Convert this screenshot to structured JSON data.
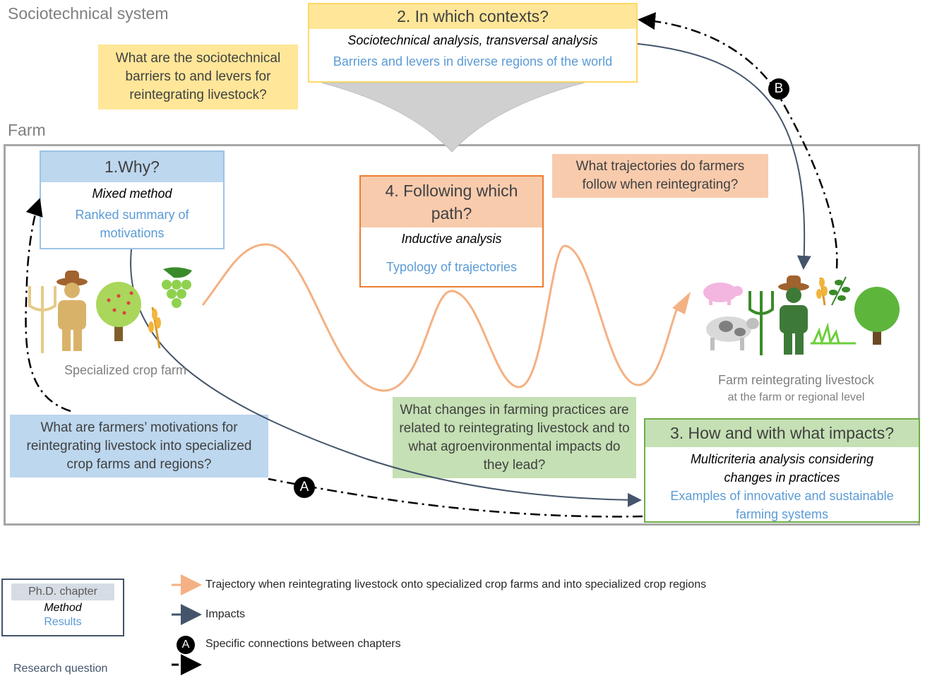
{
  "sections": {
    "sociotechnical": "Sociotechnical system",
    "farm": "Farm"
  },
  "chapters": {
    "ch1": {
      "title": "1.Why?",
      "method": "Mixed method",
      "results": "Ranked summary of motivations",
      "color": "#bdd7ee",
      "border": "#9dc3e6"
    },
    "ch2": {
      "title": "2. In which contexts?",
      "method": "Sociotechnical analysis, transversal analysis",
      "results": "Barriers and levers in diverse regions of the world",
      "color": "#ffe699",
      "border": "#ffd966"
    },
    "ch3": {
      "title": "3. How and with what impacts?",
      "method": "Multicriteria analysis considering changes in practices",
      "results": "Examples of innovative and sustainable farming systems",
      "color": "#c5e0b4",
      "border": "#70ad47"
    },
    "ch4": {
      "title": "4. Following which path?",
      "method": "Inductive analysis",
      "results": "Typology of trajectories",
      "color": "#f8cbad",
      "border": "#ed7d31"
    }
  },
  "questions": {
    "q1": "What are farmers’ motivations for reintegrating livestock into specialized crop farms and regions?",
    "q2": "What are the sociotechnical barriers to and levers for reintegrating livestock?",
    "q3": "What changes in farming practices are related to reintegrating livestock and to what agroenvironmental impacts do they lead?",
    "q4": "What trajectories do farmers follow when reintegrating?"
  },
  "captions": {
    "crop_farm": "Specialized crop farm",
    "livestock_farm": "Farm reintegrating livestock",
    "livestock_farm_sub": "at the farm or regional level"
  },
  "markers": {
    "a": "A",
    "b": "B"
  },
  "legend": {
    "chapter_box": {
      "title": "Ph.D. chapter",
      "method": "Method",
      "results": "Results"
    },
    "research_question": "Research question",
    "trajectory": "Trajectory when reintegrating livestock onto specialized crop farms and into specialized crop regions",
    "impacts": "Impacts",
    "connections_marker": "A",
    "connections": "Specific connections between chapters"
  },
  "colors": {
    "trajectory": "#f4b183",
    "impacts": "#44546a",
    "frame": "#a6a6a6",
    "results_text": "#5b9bd5"
  },
  "icons": [
    "pitchfork-icon",
    "farmer-icon",
    "fruit-tree-icon",
    "grapes-icon",
    "wheat-icon",
    "pig-icon",
    "cow-icon",
    "grass-icon",
    "herb-icon",
    "tree-icon"
  ]
}
